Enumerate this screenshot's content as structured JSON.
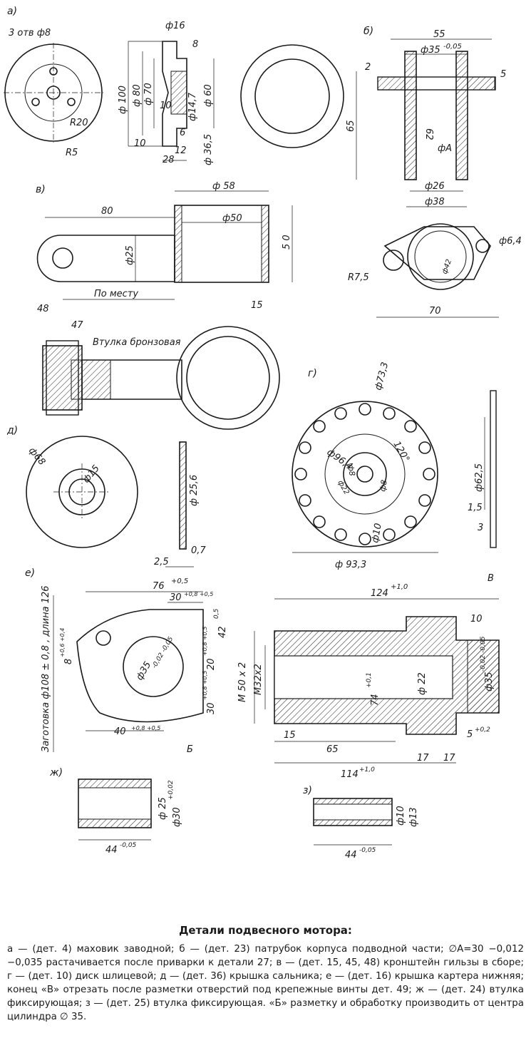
{
  "labels": {
    "a": "а)",
    "b": "б)",
    "v": "в)",
    "g": "г)",
    "d": "д)",
    "e": "е)",
    "zh": "ж)",
    "z": "з)"
  },
  "dims": {
    "a": {
      "holes": "3 отв ф8",
      "r20": "R20",
      "r5": "R5",
      "d16": "ф16",
      "d100": "ф 100",
      "d80": "ф 80",
      "d70": "ф 70",
      "d8": "8",
      "d60": "ф 60",
      "d10": "10",
      "d14": "ф14,7",
      "d365": "ф 36,5",
      "d6": "6",
      "d10b": "10",
      "d12": "12",
      "d28": "28"
    },
    "b": {
      "d55": "55",
      "d35": "ф35",
      "d35tol": "-0,05",
      "d2": "2",
      "d5": "5",
      "d65": "65",
      "d62": "62",
      "dA": "фА",
      "d26": "ф26",
      "d38": "ф38"
    },
    "v": {
      "d58": "ф 58",
      "d80": "80",
      "d50": "ф50",
      "d50b": "5 0",
      "d25": "ф25",
      "mesto": "По месту",
      "d48": "48",
      "d15": "15",
      "d47": "47",
      "vtulka": "Втулка бронзовая",
      "d64": "ф6,4",
      "d42": "ф42",
      "r75": "R7,5",
      "d70": "70"
    },
    "g": {
      "d733": "ф73,3",
      "d964": "ф96,4",
      "d120": "120°",
      "d8a": "ф8",
      "d8b": "ф8",
      "d22": "ф22",
      "d10": "ф10",
      "d933": "ф 93,3",
      "d625": "ф62,5",
      "d15": "1,5",
      "d3": "3"
    },
    "d": {
      "d68": "ф68",
      "d15": "ф15",
      "d256": "ф 25,6",
      "d25": "2,5",
      "d07": "0,7"
    },
    "e": {
      "d76": "76",
      "d76tol": "+0,5",
      "d30": "30",
      "d30tol": "+0,8 +0,5",
      "d42": "42",
      "d42tol": "0,5",
      "d35": "ф35",
      "d35tol": "-0,02 -0,05",
      "d20": "20",
      "d20tol": "+0,8 +0,5",
      "d30b": "30",
      "d30btol": "+0,8 +0,5",
      "d8": "8",
      "d8tol": "+0,6 +0,4",
      "d40": "40",
      "d40tol": "+0,8 +0,5",
      "zagot": "Заготовка ф108 ± 0,8 , длина 126",
      "B": "Б",
      "d124": "124",
      "d124tol": "+1,0",
      "V": "В",
      "d10": "10",
      "m50": "M 50 x 2",
      "m32": "M32x2",
      "d74": "74",
      "d74tol": "+0,1",
      "d22": "ф 22",
      "d35r": "ф35",
      "d35rtol": "-0,02 -0,05",
      "d15": "15",
      "d65": "65",
      "d5": "5",
      "d5tol": "+0,2",
      "d17a": "17",
      "d17b": "17",
      "d114": "114",
      "d114tol": "+1,0"
    },
    "zh": {
      "d25": "ф 25",
      "d30": "ф30",
      "d30tol": "+0,02",
      "d44": "44",
      "d44tol": "-0,05"
    },
    "z": {
      "d10": "ф10",
      "d13": "ф13",
      "d44": "44",
      "d44tol": "-0,05"
    }
  },
  "caption": {
    "title": "Детали подвесного мотора:",
    "body": "а — (дет. 4) маховик заводной; б — (дет. 23) патрубок корпуса подводной части; ∅А=30 −0,012 −0,035 растачивается после приварки к детали 27; в — (дет. 15, 45, 48) кронштейн гильзы в сборе; г — (дет. 10) диск шлицевой; д — (дет. 36) крышка сальника; е — (дет. 16) крышка картера нижняя; конец «В» отрезать после разметки отверстий под крепежные винты дет. 49; ж — (дет. 24) втулка фиксирующая; з — (дет. 25) втулка фиксирующая. «Б» разметку и обработку производить от центра цилиндра ∅ 35."
  }
}
